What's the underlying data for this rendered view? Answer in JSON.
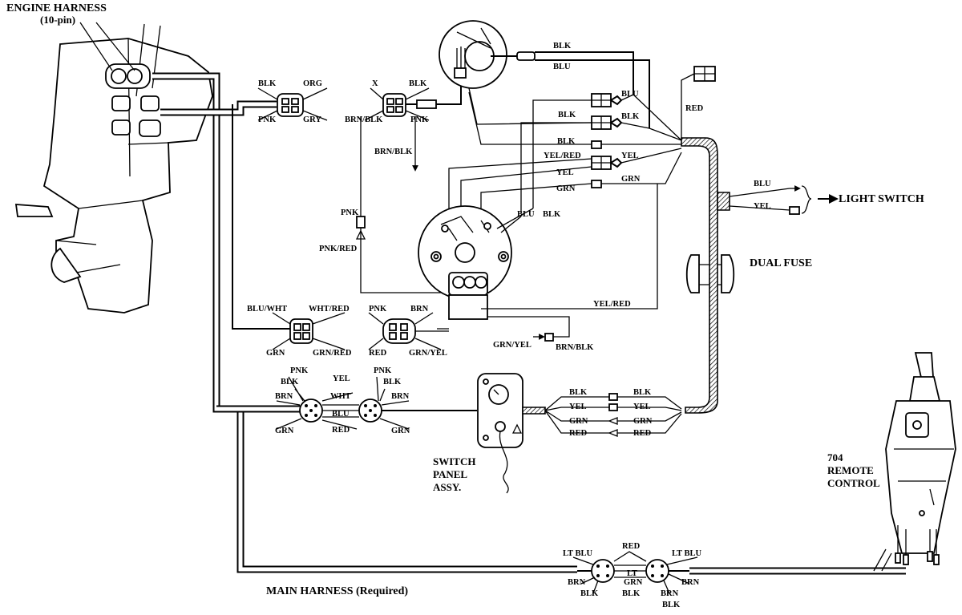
{
  "titles": {
    "engine_harness": "ENGINE HARNESS",
    "engine_harness_pins": "(10-pin)",
    "light_switch": "LIGHT SWITCH",
    "dual_fuse": "DUAL FUSE",
    "switch_panel_1": "SWITCH",
    "switch_panel_2": "PANEL",
    "switch_panel_3": "ASSY.",
    "remote_1": "704",
    "remote_2": "REMOTE",
    "remote_3": "CONTROL",
    "main_harness": "MAIN HARNESS (Required)"
  },
  "labels": {
    "c1_blk": "BLK",
    "c1_org": "ORG",
    "c1_pnk": "PNK",
    "c1_gry": "GRY",
    "c2_x": "X",
    "c2_blk": "BLK",
    "c2_brnblk": "BRN/BLK",
    "c2_pnk": "PNK",
    "brnblk_drop": "BRN/BLK",
    "pnk": "PNK",
    "pnkred": "PNK/RED",
    "gauge_blk": "BLK",
    "gauge_blu": "BLU",
    "r_blu": "BLU",
    "r_blk1": "BLK",
    "r_blk2": "BLK",
    "r_blk3": "BLK",
    "r_yelred": "YEL/RED",
    "r_yel": "YEL",
    "r_yel2": "YEL",
    "r_grn1": "GRN",
    "r_grn2": "GRN",
    "r_red": "RED",
    "lsw_blu": "BLU",
    "lsw_yel": "YEL",
    "key_blu": "BLU",
    "key_blk": "BLK",
    "yelred_low": "YEL/RED",
    "c3_bluwht": "BLU/WHT",
    "c3_whtred": "WHT/RED",
    "c3_grn": "GRN",
    "c3_grnred": "GRN/RED",
    "c4_pnk": "PNK",
    "c4_brn": "BRN",
    "c4_red": "RED",
    "c4_grnyel": "GRN/YEL",
    "grnyel": "GRN/YEL",
    "brnblk_low": "BRN/BLK",
    "r8a_pnk": "PNK",
    "r8a_blk": "BLK",
    "r8a_brn": "BRN",
    "r8a_grn": "GRN",
    "r8_yel": "YEL",
    "r8_wht": "WHT",
    "r8_blu": "BLU",
    "r8_red": "RED",
    "r8b_pnk": "PNK",
    "r8b_blk": "BLK",
    "r8b_brn": "BRN",
    "r8b_grn": "GRN",
    "sp_blk1": "BLK",
    "sp_blk2": "BLK",
    "sp_yel1": "YEL",
    "sp_yel2": "YEL",
    "sp_grn1": "GRN",
    "sp_grn2": "GRN",
    "sp_red1": "RED",
    "sp_red2": "RED",
    "mh_ltblu1": "LT BLU",
    "mh_red": "RED",
    "mh_ltblu2": "LT BLU",
    "mh_brn1": "BRN",
    "mh_blk1": "BLK",
    "mh_lt": "LT",
    "mh_grn": "GRN",
    "mh_blk2": "BLK",
    "mh_brn2": "BRN",
    "mh_brn3": "BRN",
    "mh_blk3": "BLK"
  },
  "colors": {
    "ink": "#000000",
    "paper": "#ffffff"
  }
}
